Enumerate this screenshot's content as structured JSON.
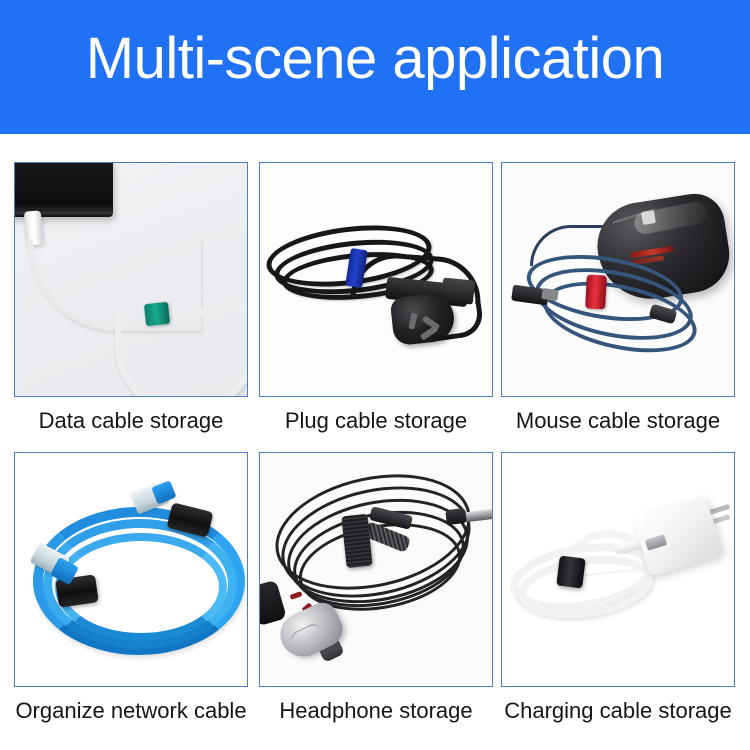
{
  "header": {
    "title": "Multi-scene application",
    "background_color": "#2171f5",
    "text_color": "#ffffff"
  },
  "grid": {
    "border_color": "#4a7fc1",
    "columns": 3,
    "rows": 2,
    "cells": [
      {
        "caption": "Data cable storage",
        "scene": "data-cable-storage",
        "tie_color": "#16a98c",
        "cable_color": "#eceeef"
      },
      {
        "caption": "Plug cable storage",
        "scene": "plug-cable-storage",
        "tie_color": "#2341cf",
        "cable_color": "#17171a"
      },
      {
        "caption": "Mouse cable storage",
        "scene": "mouse-cable-storage",
        "tie_color": "#e8333f",
        "cable_color": "#36557c"
      },
      {
        "caption": "Organize network cable",
        "scene": "network-cable-storage",
        "tie_color": "#101012",
        "cable_color": "#2ea3ef"
      },
      {
        "caption": "Headphone storage",
        "scene": "headphone-storage",
        "tie_color": "#1d1d20",
        "cable_color": "#232326"
      },
      {
        "caption": "Charging cable storage",
        "scene": "charging-cable-storage",
        "tie_color": "#151517",
        "cable_color": "#f2f2f3"
      }
    ]
  }
}
